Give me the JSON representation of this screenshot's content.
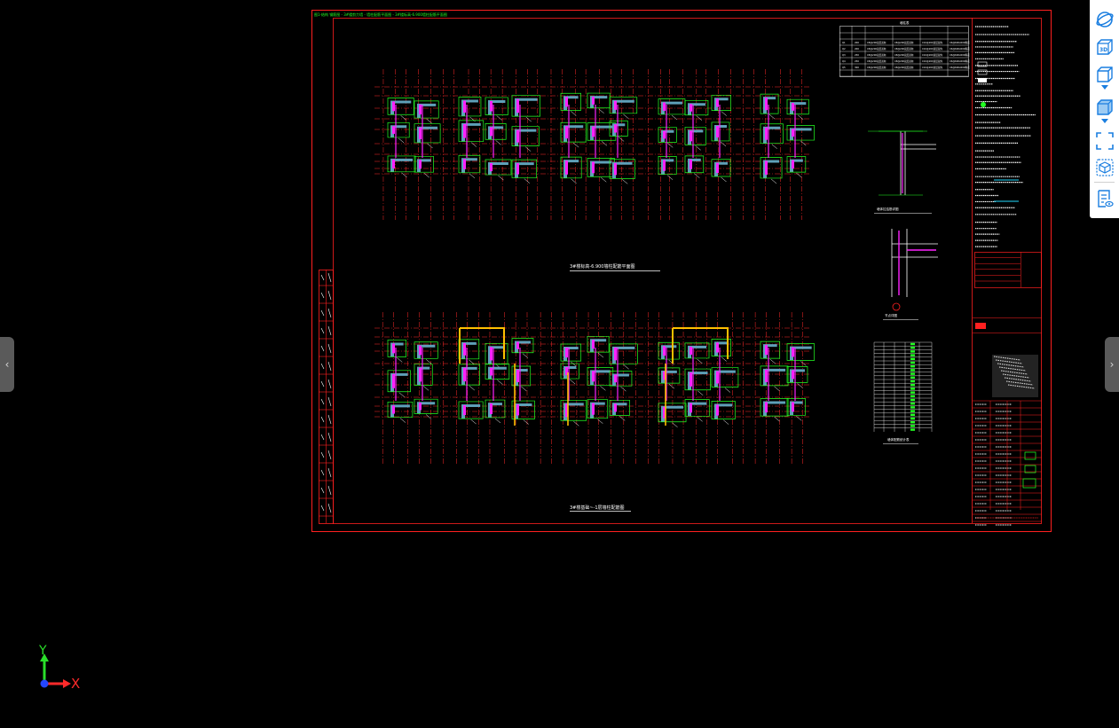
{
  "drawing": {
    "header_path": "图1-结构 钢筋图 - 3#楼剪力墙 - 墙柱配筋平面图 - 3#楼标高-6.900墙柱配筋平面图",
    "plan_top_title": "3#楼标高-6.900墙柱配筋平面图",
    "plan_bottom_title": "3#楼基础~-1层墙柱配筋图",
    "detail_1_title": "墙体拉结筋详图",
    "detail_2_title": "节点详图",
    "detail_table_title": "墙体配筋统计表",
    "schedule_title": "墙柱表",
    "schedule_rows": [
      {
        "no": "Q1",
        "thick": "200",
        "a": "C8@200双层双向",
        "b": "C8@200双层双向",
        "c": "C10@200双层双向",
        "d": "C6@600x600梅花"
      },
      {
        "no": "Q2",
        "thick": "200",
        "a": "C8@200双层双向",
        "b": "C8@200双层双向",
        "c": "C10@200双层双向",
        "d": "C6@600x600梅花"
      },
      {
        "no": "Q3",
        "thick": "250",
        "a": "C8@200双层双向",
        "b": "C8@200双层双向",
        "c": "C10@200双层双向",
        "d": "C6@600x600梅花"
      },
      {
        "no": "Q4",
        "thick": "250",
        "a": "C8@200双层双向",
        "b": "C8@200双层双向",
        "c": "C10@200双层双向",
        "d": "C6@600x600梅花"
      },
      {
        "no": "Q5",
        "thick": "300",
        "a": "C8@200双层双向",
        "b": "C8@200双层双向",
        "c": "C10@200双层双向",
        "d": "C6@600x600梅花"
      }
    ]
  },
  "toolbar": {
    "buttons": [
      {
        "name": "orbit-icon",
        "label": ""
      },
      {
        "name": "3d-view-icon",
        "label": "3D"
      },
      {
        "name": "cube-outline-icon",
        "label": ""
      },
      {
        "name": "cube-solid-icon",
        "label": ""
      },
      {
        "name": "fit-screen-icon",
        "label": ""
      },
      {
        "name": "model-box-icon",
        "label": ""
      },
      {
        "name": "properties-list-icon",
        "label": ""
      }
    ]
  },
  "navigation": {
    "prev_label": "‹",
    "next_label": "›"
  },
  "axes": {
    "x_label": "X",
    "y_label": "Y"
  },
  "colors": {
    "background": "#000000",
    "frame": "#ff2020",
    "grid": "#ff2a2a",
    "wall": "#5ea0b8",
    "rebar_magenta": "#ff22ff",
    "rebar_green": "#22ff22",
    "annotation": "#ffffff",
    "highlight": "#ffbf00",
    "toolbar_icon": "#1a7ee0"
  }
}
